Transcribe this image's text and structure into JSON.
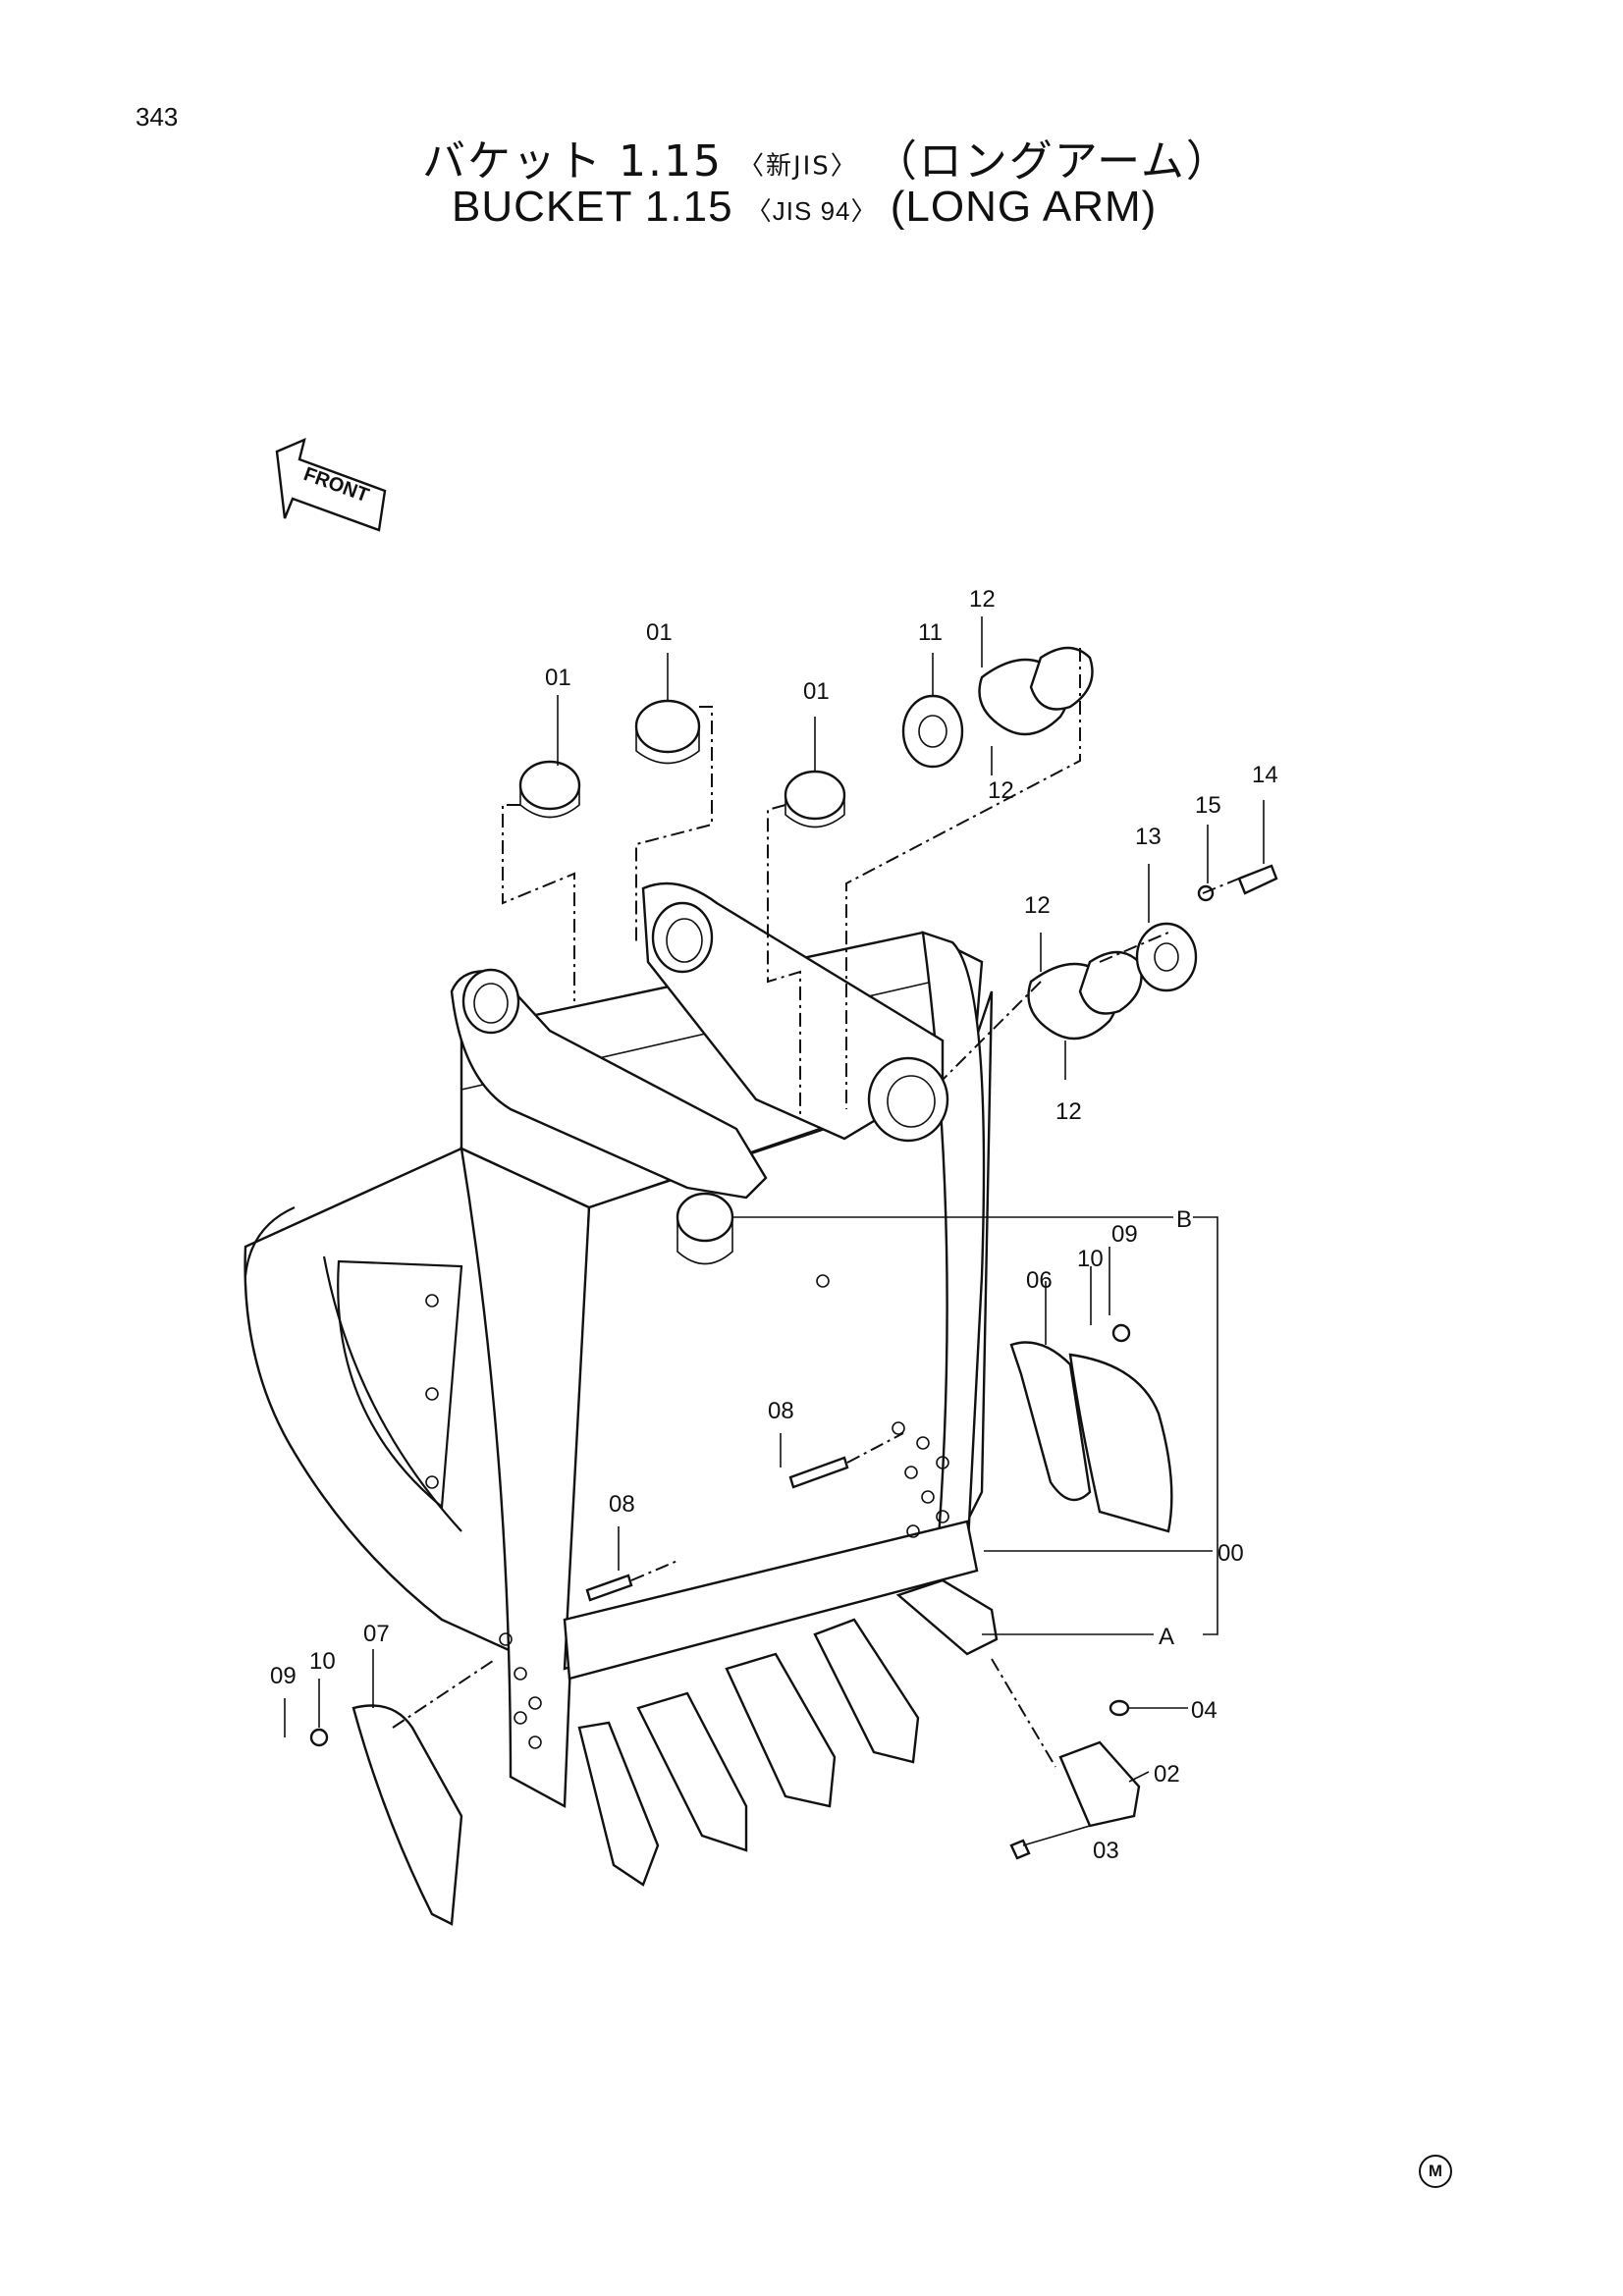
{
  "page_number": "343",
  "title": {
    "ja_main": "バケット 1.15",
    "ja_spec": "〈新JIS〉",
    "ja_suffix": "（ロングアーム）",
    "en_main": "BUCKET 1.15",
    "en_spec": "〈JIS 94〉",
    "en_suffix": "(LONG  ARM)"
  },
  "front_label": "FRONT",
  "callouts": {
    "c01a": "01",
    "c01b": "01",
    "c01c": "01",
    "c11": "11",
    "c12a": "12",
    "c12b": "12",
    "c12c": "12",
    "c12d": "12",
    "c13": "13",
    "c14": "14",
    "c15": "15",
    "c00": "00",
    "cA": "A",
    "cB": "B",
    "c06": "06",
    "c10a": "10",
    "c09a": "09",
    "c08a": "08",
    "c08b": "08",
    "c07": "07",
    "c10b": "10",
    "c09b": "09",
    "c04": "04",
    "c02": "02",
    "c03": "03"
  },
  "corner_mark": "M"
}
